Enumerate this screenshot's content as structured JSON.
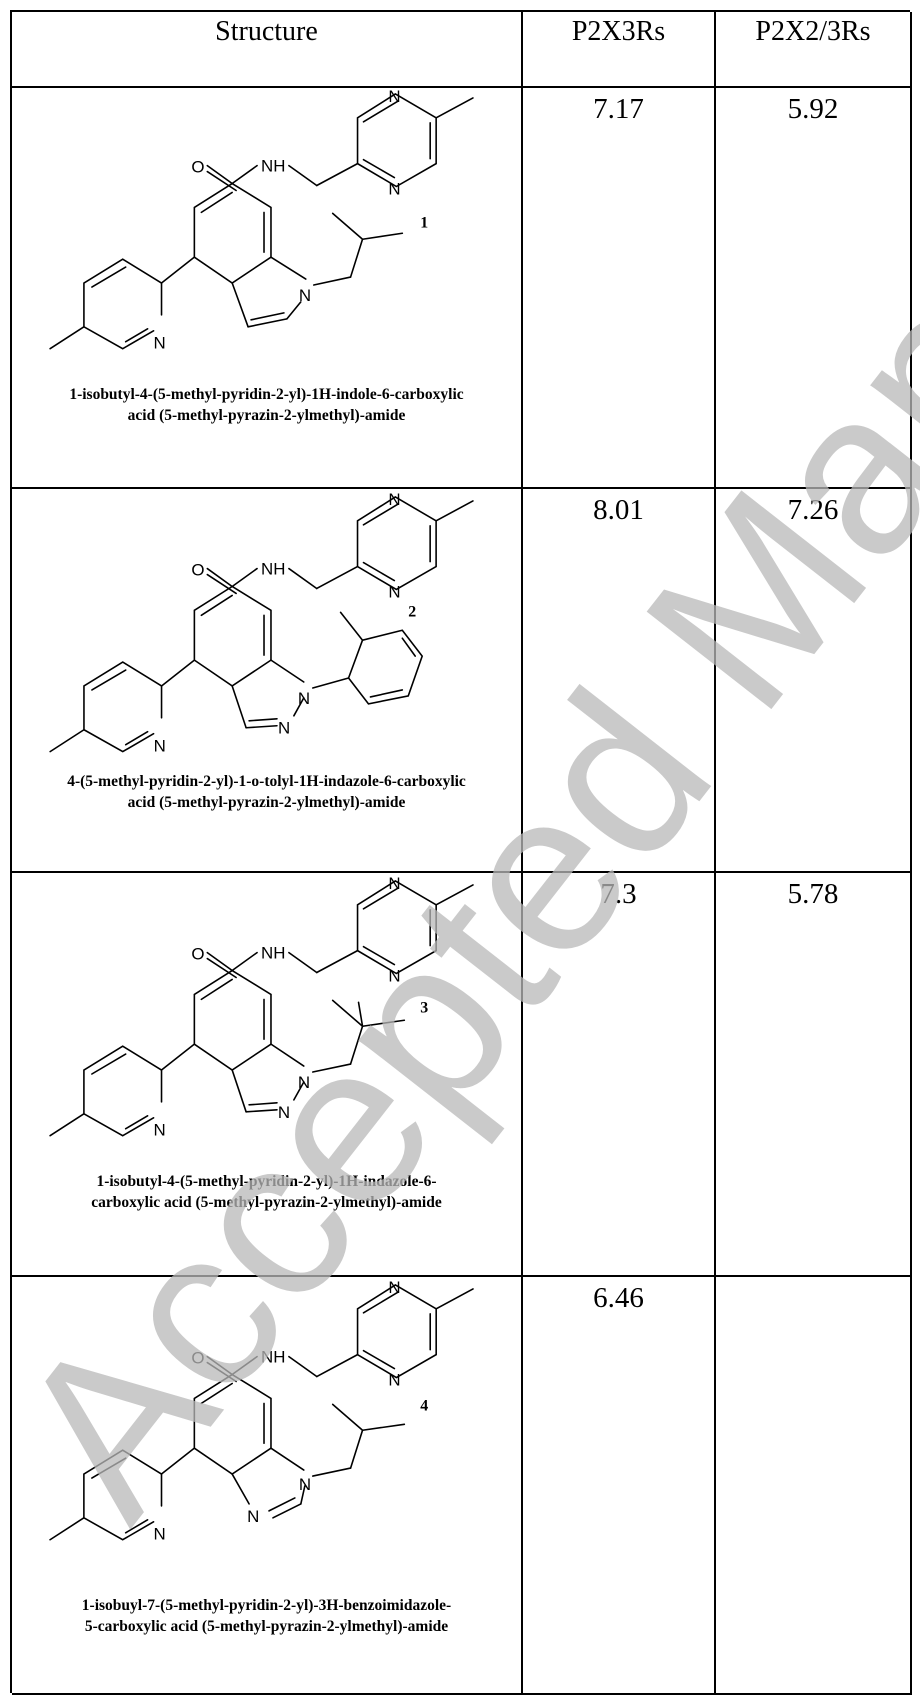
{
  "table": {
    "headers": [
      "Structure",
      "P2X3Rs",
      "P2X2/3Rs"
    ],
    "rows": [
      {
        "compound_number": "1",
        "caption_line1": "1-isobutyl-4-(5-methyl-pyridin-2-yl)-1H-indole-6-carboxylic",
        "caption_line2": "acid (5-methyl-pyrazin-2-ylmethyl)-amide",
        "p2x3": "7.17",
        "p2x23": "5.92"
      },
      {
        "compound_number": "2",
        "caption_line1": "4-(5-methyl-pyridin-2-yl)-1-o-tolyl-1H-indazole-6-carboxylic",
        "caption_line2": "acid (5-methyl-pyrazin-2-ylmethyl)-amide",
        "p2x3": "8.01",
        "p2x23": "7.26"
      },
      {
        "compound_number": "3",
        "caption_line1": "1-isobutyl-4-(5-methyl-pyridin-2-yl)-1H-indazole-6-",
        "caption_line2": "carboxylic acid (5-methyl-pyrazin-2-ylmethyl)-amide",
        "p2x3": "7.3",
        "p2x23": "5.78"
      },
      {
        "compound_number": "4",
        "caption_line1": "1-isobuyl-7-(5-methyl-pyridin-2-yl)-3H-benzoimidazole-",
        "caption_line2": "5-carboxylic acid (5-methyl-pyrazin-2-ylmethyl)-amide",
        "p2x3": "6.46",
        "p2x23": ""
      }
    ]
  },
  "atoms": {
    "n": "N",
    "o": "O",
    "nh": "NH"
  },
  "watermark": "Accepted Manu",
  "colors": {
    "watermark": "#b9b9b9",
    "lines": "#000000"
  }
}
